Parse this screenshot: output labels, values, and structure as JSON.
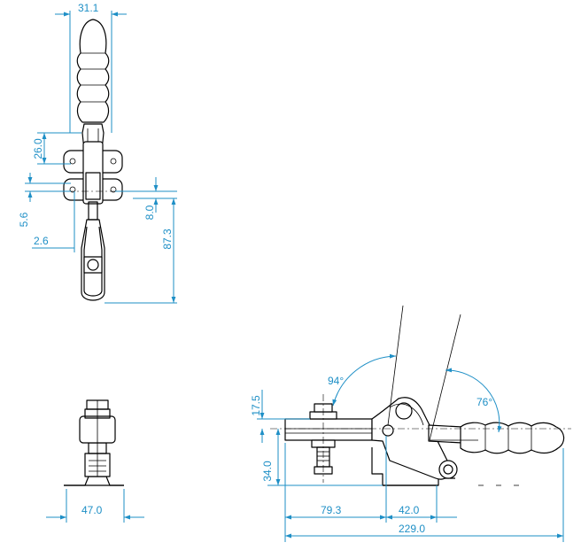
{
  "dimensions": {
    "top_handle_width": "31.1",
    "top_26": "26.0",
    "top_5_6": "5.6",
    "top_2_6": "2.6",
    "top_8_0": "8.0",
    "top_87_3": "87.3",
    "bottom_width": "47.0",
    "side_17_5": "17.5",
    "side_34_0": "34.0",
    "side_79_3": "79.3",
    "side_42_0": "42.0",
    "side_229_0": "229.0",
    "angle_94": "94°",
    "angle_76": "76°"
  },
  "colors": {
    "dimension": "#1e8fc6",
    "outline": "#000000"
  }
}
